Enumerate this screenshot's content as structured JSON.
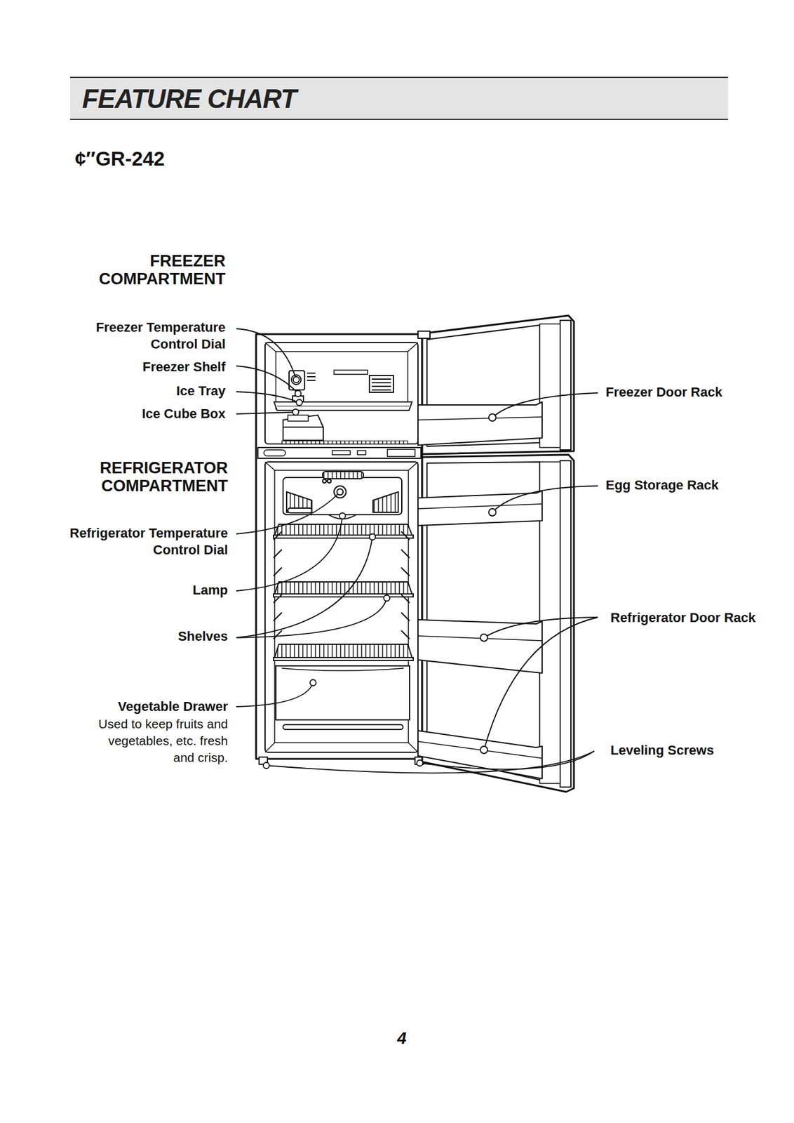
{
  "diagram": {
    "title": "FEATURE CHART",
    "labels": [
      "¢″GR-242",
      "FREEZER COMPARTMENT",
      "Freezer Temperature Control Dial",
      "Freezer Shelf",
      "Ice Tray",
      "Ice Cube Box",
      "REFRIGERATOR COMPARTMENT",
      "Refrigerator Temperature Control Dial",
      "Lamp",
      "Shelves",
      "Vegetable Drawer",
      "Used to keep fruits and vegetables, etc. fresh and crisp.",
      "Freezer Door Rack",
      "Egg Storage Rack",
      "Refrigerator Door Rack",
      "Leveling Screws",
      "4"
    ]
  }
}
